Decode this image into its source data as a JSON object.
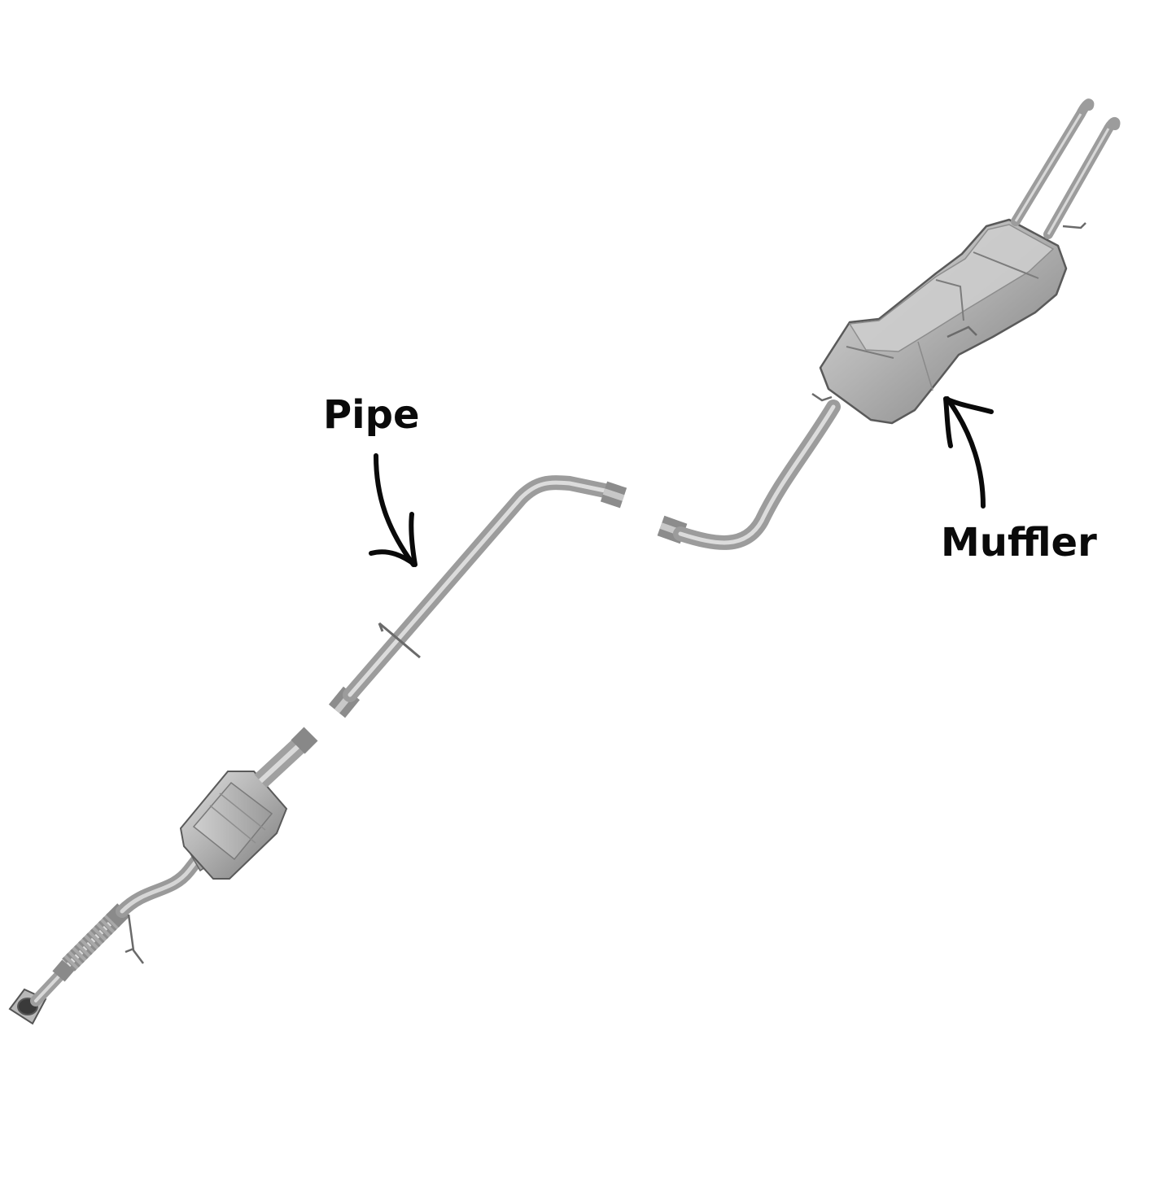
{
  "labels": {
    "pipe": "Pipe",
    "muffler": "Muffler"
  },
  "parts": [
    {
      "id": "front-pipe-with-flex",
      "icon": "flex-pipe-icon"
    },
    {
      "id": "catalytic-converter",
      "icon": "catalytic-converter-icon"
    },
    {
      "id": "intermediate-pipe",
      "icon": "pipe-icon"
    },
    {
      "id": "muffler-assembly",
      "icon": "muffler-icon"
    },
    {
      "id": "tailpipes",
      "icon": "tailpipe-icon"
    }
  ],
  "colors": {
    "background": "#ffffff",
    "metal_light": "#d4d4d4",
    "metal_mid": "#a6a6a6",
    "metal_dark": "#6e6e6e",
    "outline": "#555555",
    "arrow": "#0a0a0a",
    "label_text": "#0a0a0a"
  }
}
